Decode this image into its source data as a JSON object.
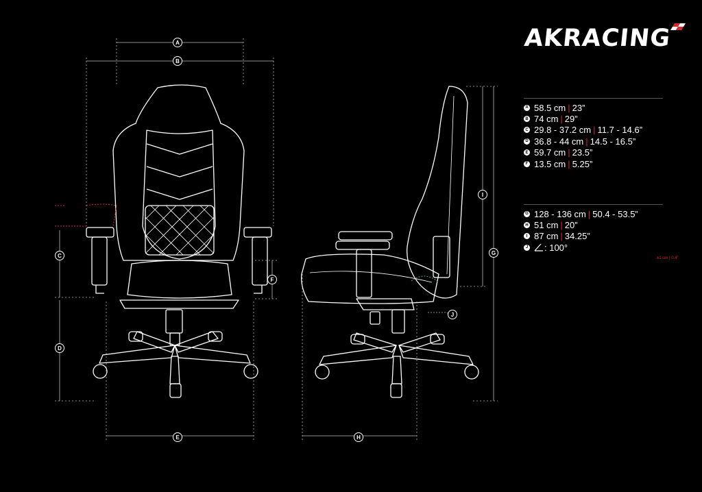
{
  "brand": {
    "name": "AKRACING",
    "accent": "#d8282f"
  },
  "labels": [
    "A",
    "B",
    "C",
    "D",
    "E",
    "F",
    "G",
    "H",
    "I",
    "J"
  ],
  "specs_group1": [
    {
      "key": "A",
      "metric": "58.5 cm",
      "imperial": "23”"
    },
    {
      "key": "B",
      "metric": "74 cm",
      "imperial": "29”"
    },
    {
      "key": "C",
      "metric": "29.8 - 37.2 cm",
      "imperial": "11.7 - 14.6”"
    },
    {
      "key": "D",
      "metric": "36.8 - 44 cm",
      "imperial": "14.5 - 16.5”"
    },
    {
      "key": "E",
      "metric": "59.7 cm",
      "imperial": "23.5”"
    },
    {
      "key": "F",
      "metric": "13.5 cm",
      "imperial": "5.25”"
    }
  ],
  "specs_group2": [
    {
      "key": "G",
      "metric": "128 - 136 cm",
      "imperial": "50.4 - 53.5”"
    },
    {
      "key": "H",
      "metric": "51 cm",
      "imperial": "20”"
    },
    {
      "key": "I",
      "metric": "87 cm",
      "imperial": "34.25”"
    }
  ],
  "angle_spec": {
    "key": "J",
    "value": ": 100°"
  },
  "tolerance": "±1 cm | 0.4”"
}
